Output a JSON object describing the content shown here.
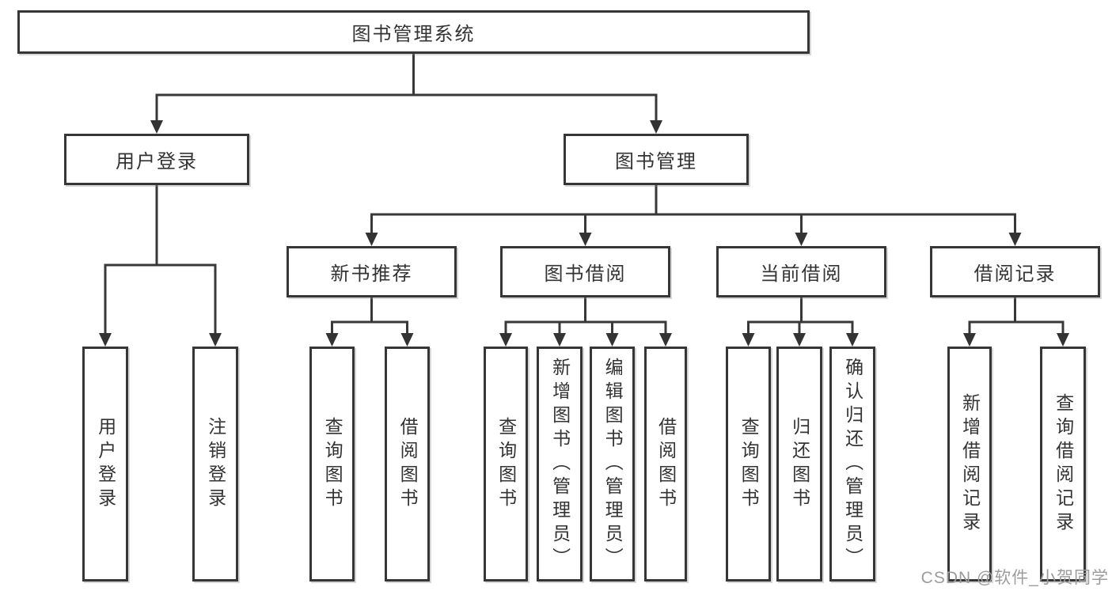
{
  "colors": {
    "background": "#ffffff",
    "box_border": "#363636",
    "box_fill": "#ffffff",
    "line": "#383838",
    "text": "#333333",
    "watermark": "#9c9c9c"
  },
  "watermark": {
    "text": "CSDN @软件_小贺同学"
  },
  "tree": {
    "label": "图书管理系统",
    "children": [
      {
        "label": "用户登录",
        "children": [
          {
            "label": "用户登录"
          },
          {
            "label": "注销登录"
          }
        ]
      },
      {
        "label": "图书管理",
        "children": [
          {
            "label": "新书推荐",
            "children": [
              {
                "label": "查询图书"
              },
              {
                "label": "借阅图书"
              }
            ]
          },
          {
            "label": "图书借阅",
            "children": [
              {
                "label": "查询图书"
              },
              {
                "label": "新增图书（管理员）"
              },
              {
                "label": "编辑图书（管理员）"
              },
              {
                "label": "借阅图书"
              }
            ]
          },
          {
            "label": "当前借阅",
            "children": [
              {
                "label": "查询图书"
              },
              {
                "label": "归还图书"
              },
              {
                "label": "确认归还（管理员）"
              }
            ]
          },
          {
            "label": "借阅记录",
            "children": [
              {
                "label": "新增借阅记录"
              },
              {
                "label": "查询借阅记录"
              }
            ]
          }
        ]
      }
    ]
  }
}
